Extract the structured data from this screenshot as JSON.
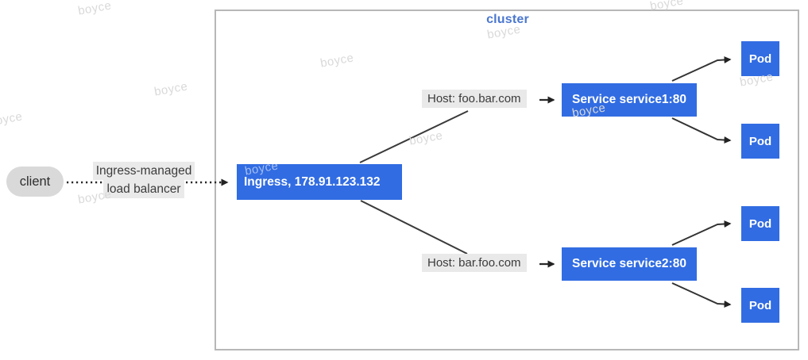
{
  "watermark": {
    "text": "boyce"
  },
  "cluster": {
    "label": "cluster"
  },
  "client": {
    "label": "client"
  },
  "load_balancer": {
    "line1": "Ingress-managed",
    "line2": "load balancer"
  },
  "ingress": {
    "label": "Ingress, 178.91.123.132"
  },
  "routes": [
    {
      "host": "Host: foo.bar.com",
      "service": "Service service1:80"
    },
    {
      "host": "Host: bar.foo.com",
      "service": "Service service2:80"
    }
  ],
  "pods": [
    "Pod",
    "Pod",
    "Pod",
    "Pod"
  ],
  "colors": {
    "node_blue": "#316ce2",
    "cluster_border": "#b7b7b7",
    "label_background": "#e9e9e9",
    "text_dark": "#3b3b3b",
    "cluster_label_blue": "#4a77cf",
    "connector": "#3a3a3a",
    "watermark_grey": "#d9d9d9",
    "client_pill_grey": "#d9d9d9"
  }
}
